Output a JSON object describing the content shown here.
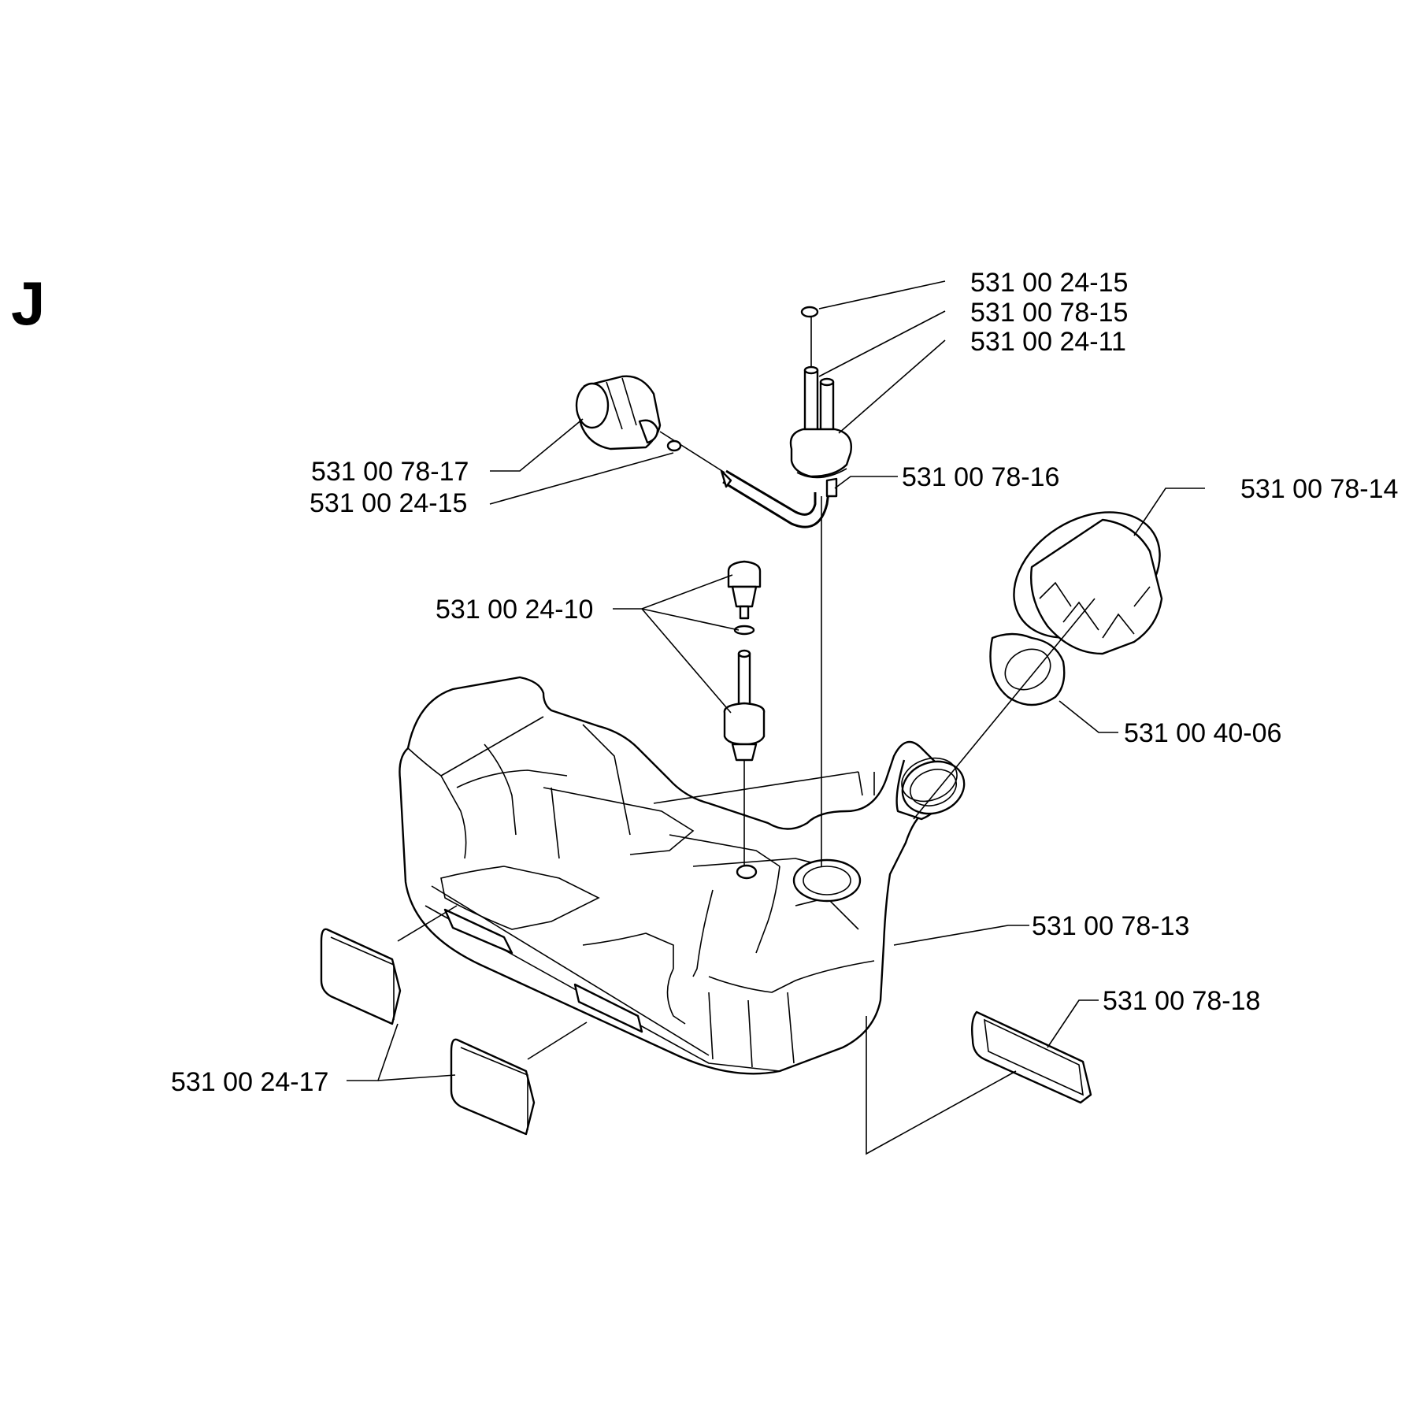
{
  "section": {
    "letter": "J"
  },
  "parts": {
    "clip_top": "531 00 24-15",
    "vent_hose": "531 00 78-15",
    "vent_valve": "531 00 24-11",
    "fuel_filter": "531 00 78-17",
    "clip_left": "531 00 24-15",
    "fuel_hose": "531 00 78-16",
    "tank_cap": "531 00 78-14",
    "return_valve": "531 00 24-10",
    "cap_seal": "531 00 40-06",
    "fuel_tank": "531 00 78-13",
    "damper_right": "531 00 78-18",
    "dampers_left": "531 00 24-17"
  }
}
